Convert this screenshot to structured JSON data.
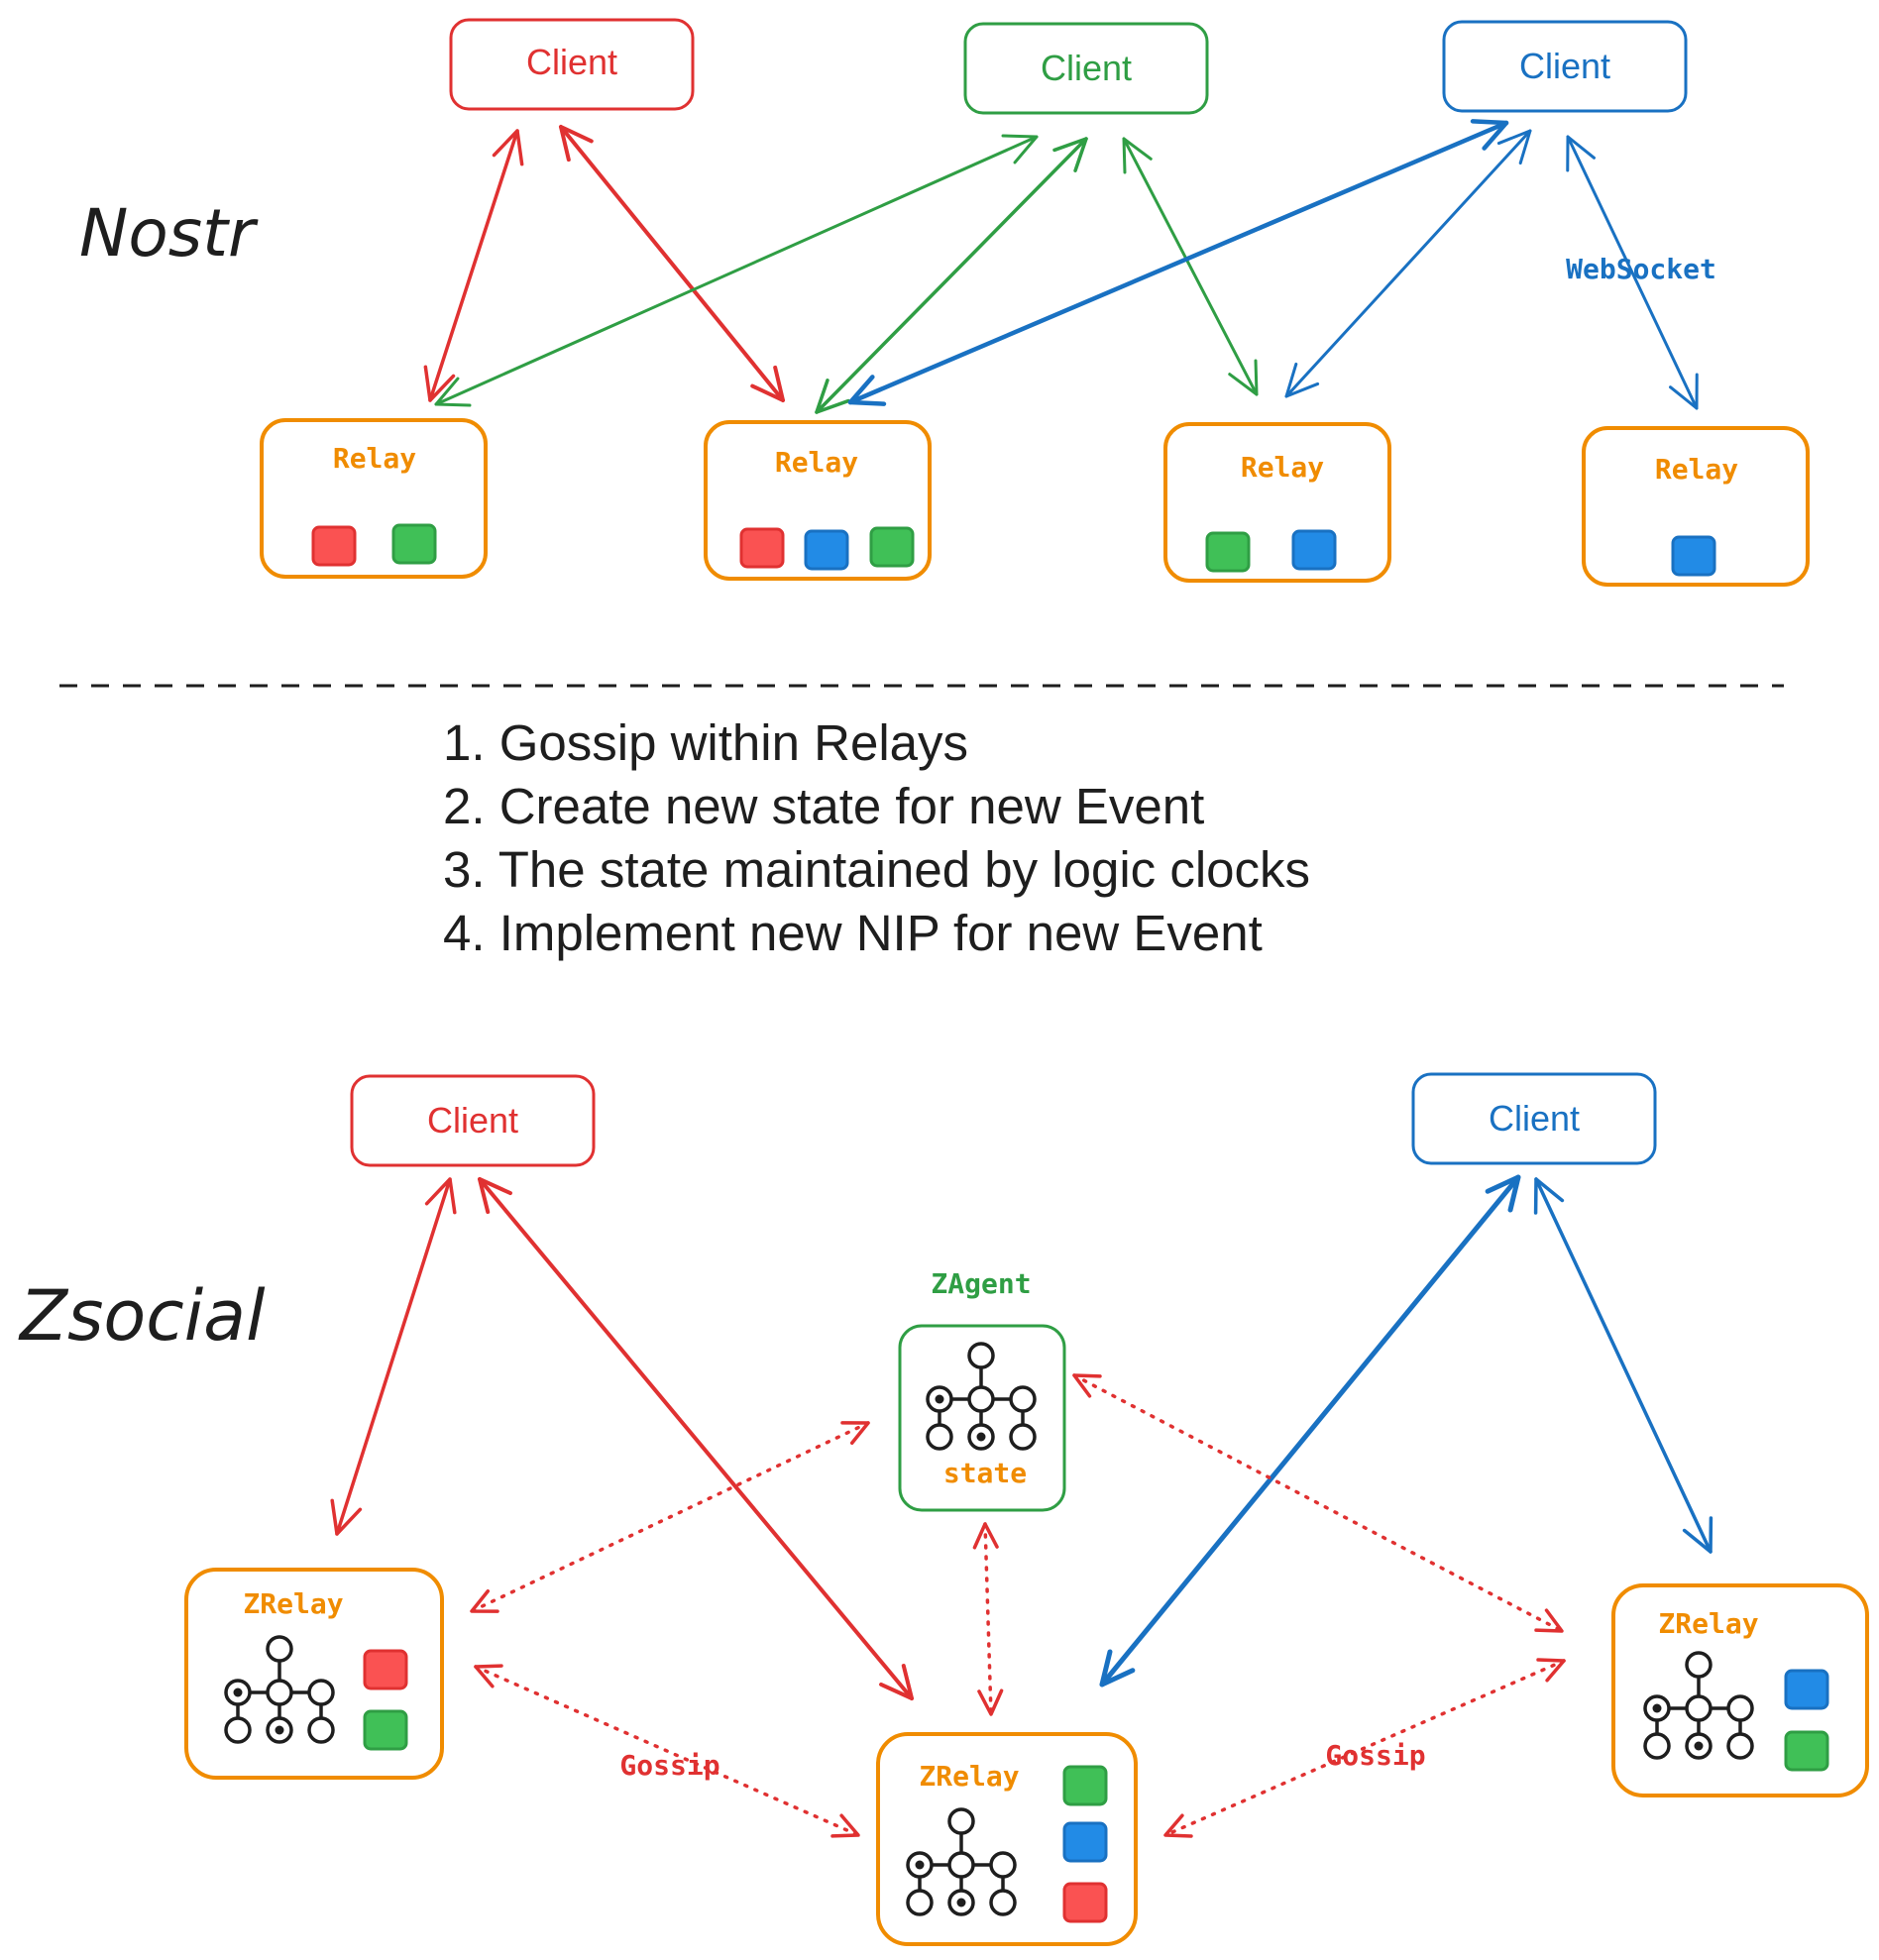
{
  "colors": {
    "red": "#e03131",
    "green": "#2f9e44",
    "blue": "#1971c2",
    "orange": "#f08c00",
    "ink": "#1e1e1e",
    "red_fill": "#fa5252",
    "green_fill": "#40c057",
    "blue_fill": "#228be6"
  },
  "nostr": {
    "title": "Nostr",
    "clients": [
      {
        "label": "Client",
        "color": "red"
      },
      {
        "label": "Client",
        "color": "green"
      },
      {
        "label": "Client",
        "color": "blue"
      }
    ],
    "relays": [
      {
        "label": "Relay",
        "events": [
          "red",
          "green"
        ]
      },
      {
        "label": "Relay",
        "events": [
          "red",
          "blue",
          "green"
        ]
      },
      {
        "label": "Relay",
        "events": [
          "green",
          "blue"
        ]
      },
      {
        "label": "Relay",
        "events": [
          "blue"
        ]
      }
    ],
    "connection_label": "WebSocket"
  },
  "steps": [
    "1. Gossip within Relays",
    "2. Create new state for new Event",
    "3. The state maintained by logic clocks",
    "4. Implement new NIP for new Event"
  ],
  "zsocial": {
    "title": "Zsocial",
    "clients": [
      {
        "label": "Client",
        "color": "red"
      },
      {
        "label": "Client",
        "color": "blue"
      }
    ],
    "agent": {
      "label": "ZAgent",
      "state_label": "state"
    },
    "relays": [
      {
        "label": "ZRelay",
        "events": [
          "red",
          "green"
        ]
      },
      {
        "label": "ZRelay",
        "events": [
          "green",
          "blue",
          "red"
        ]
      },
      {
        "label": "ZRelay",
        "events": [
          "blue",
          "green"
        ]
      }
    ],
    "gossip_labels": [
      "Gossip",
      "Gossip"
    ]
  }
}
